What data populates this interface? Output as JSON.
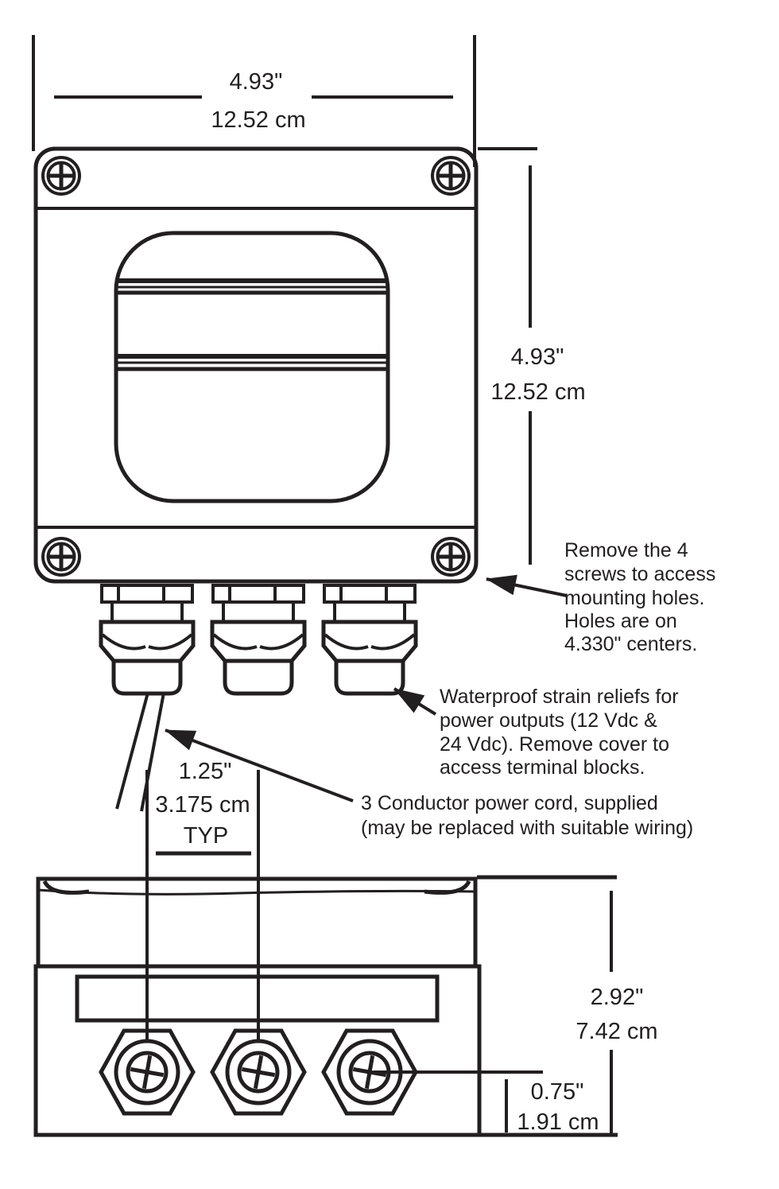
{
  "colors": {
    "ink": "#221f20",
    "background": "#ffffff"
  },
  "dimensions": {
    "top_width": {
      "in": "4.93\"",
      "cm": "12.52 cm"
    },
    "right_height": {
      "in": "4.93\"",
      "cm": "12.52 cm"
    },
    "relief_spacing": {
      "in": "1.25\"",
      "cm": "3.175 cm",
      "note": "TYP"
    },
    "side_height": {
      "in": "2.92\"",
      "cm": "7.42 cm"
    },
    "nut_to_bottom": {
      "in": "0.75\"",
      "cm": "1.91 cm"
    }
  },
  "annotations": {
    "mounting": {
      "lines": [
        "Remove the 4",
        "screws to access",
        "mounting holes.",
        "Holes are on",
        "4.330\" centers."
      ]
    },
    "strain_relief": {
      "lines": [
        "Waterproof strain reliefs for",
        "power outputs (12 Vdc &",
        "24 Vdc). Remove cover to",
        "access terminal blocks."
      ]
    },
    "power_cord": {
      "lines": [
        "3 Conductor power cord, supplied",
        "(may be replaced with suitable wiring)"
      ]
    }
  }
}
